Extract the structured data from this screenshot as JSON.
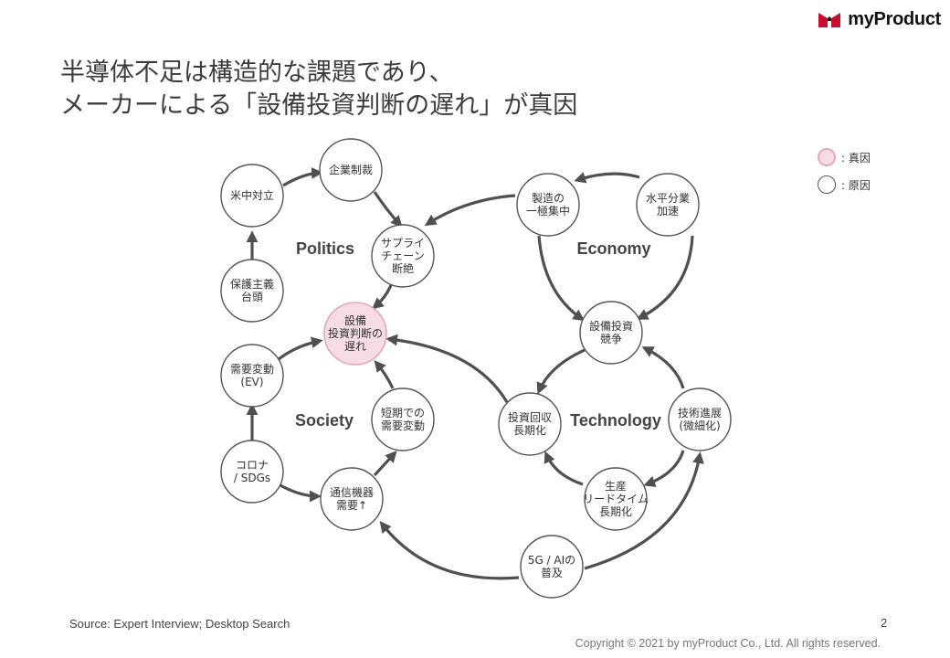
{
  "brand": {
    "name": "myProduct",
    "logo_color": "#c8102e"
  },
  "title": {
    "line1": "半導体不足は構造的な課題であり、",
    "line2": "メーカーによる「設備投資判断の遅れ」が真因"
  },
  "legend": {
    "root_cause": ": 真因",
    "cause": ": 原因",
    "root_color": "#f6dde4",
    "root_border": "#e2a9b8"
  },
  "groups": {
    "politics": "Politics",
    "society": "Society",
    "economy": "Economy",
    "technology": "Technology"
  },
  "nodes": {
    "us_china": [
      "米中対立"
    ],
    "corp_sanctions": [
      "企業制裁"
    ],
    "protectionism": [
      "保護主義",
      "台頭"
    ],
    "supply_chain": [
      "サプライ",
      "チェーン",
      "断絶"
    ],
    "root": [
      "設備",
      "投資判断の",
      "遅れ"
    ],
    "demand_ev": [
      "需要変動",
      "(EV)"
    ],
    "short_demand": [
      "短期での",
      "需要変動"
    ],
    "covid": [
      "コロナ",
      "/ SDGs"
    ],
    "comm_devices": [
      "通信機器",
      "需要↑"
    ],
    "mfg_concentration": [
      "製造の",
      "一極集中"
    ],
    "horizontal_div": [
      "水平分業",
      "加速"
    ],
    "capex_competition": [
      "設備投資",
      "競争"
    ],
    "long_recovery": [
      "投資回収",
      "長期化"
    ],
    "tech_progress": [
      "技術進展",
      "(微細化)"
    ],
    "lead_time": [
      "生産",
      "リードタイム",
      "長期化"
    ],
    "g5_ai": [
      "5G / AIの",
      "普及"
    ]
  },
  "footer": {
    "source": "Source: Expert Interview;  Desktop Search",
    "page": "2",
    "copyright": "Copyright © 2021 by myProduct Co., Ltd.  All rights reserved."
  }
}
